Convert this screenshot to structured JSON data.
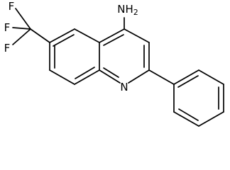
{
  "molecule": {
    "labels": {
      "amine": "NH2",
      "amine_main": "NH",
      "amine_subscript": "2",
      "ring_nitrogen": "N",
      "fluorine_1": "F",
      "fluorine_2": "F",
      "fluorine_3": "F"
    },
    "colors": {
      "bond": "#000000",
      "label": "#000000",
      "background": "#ffffff"
    }
  }
}
